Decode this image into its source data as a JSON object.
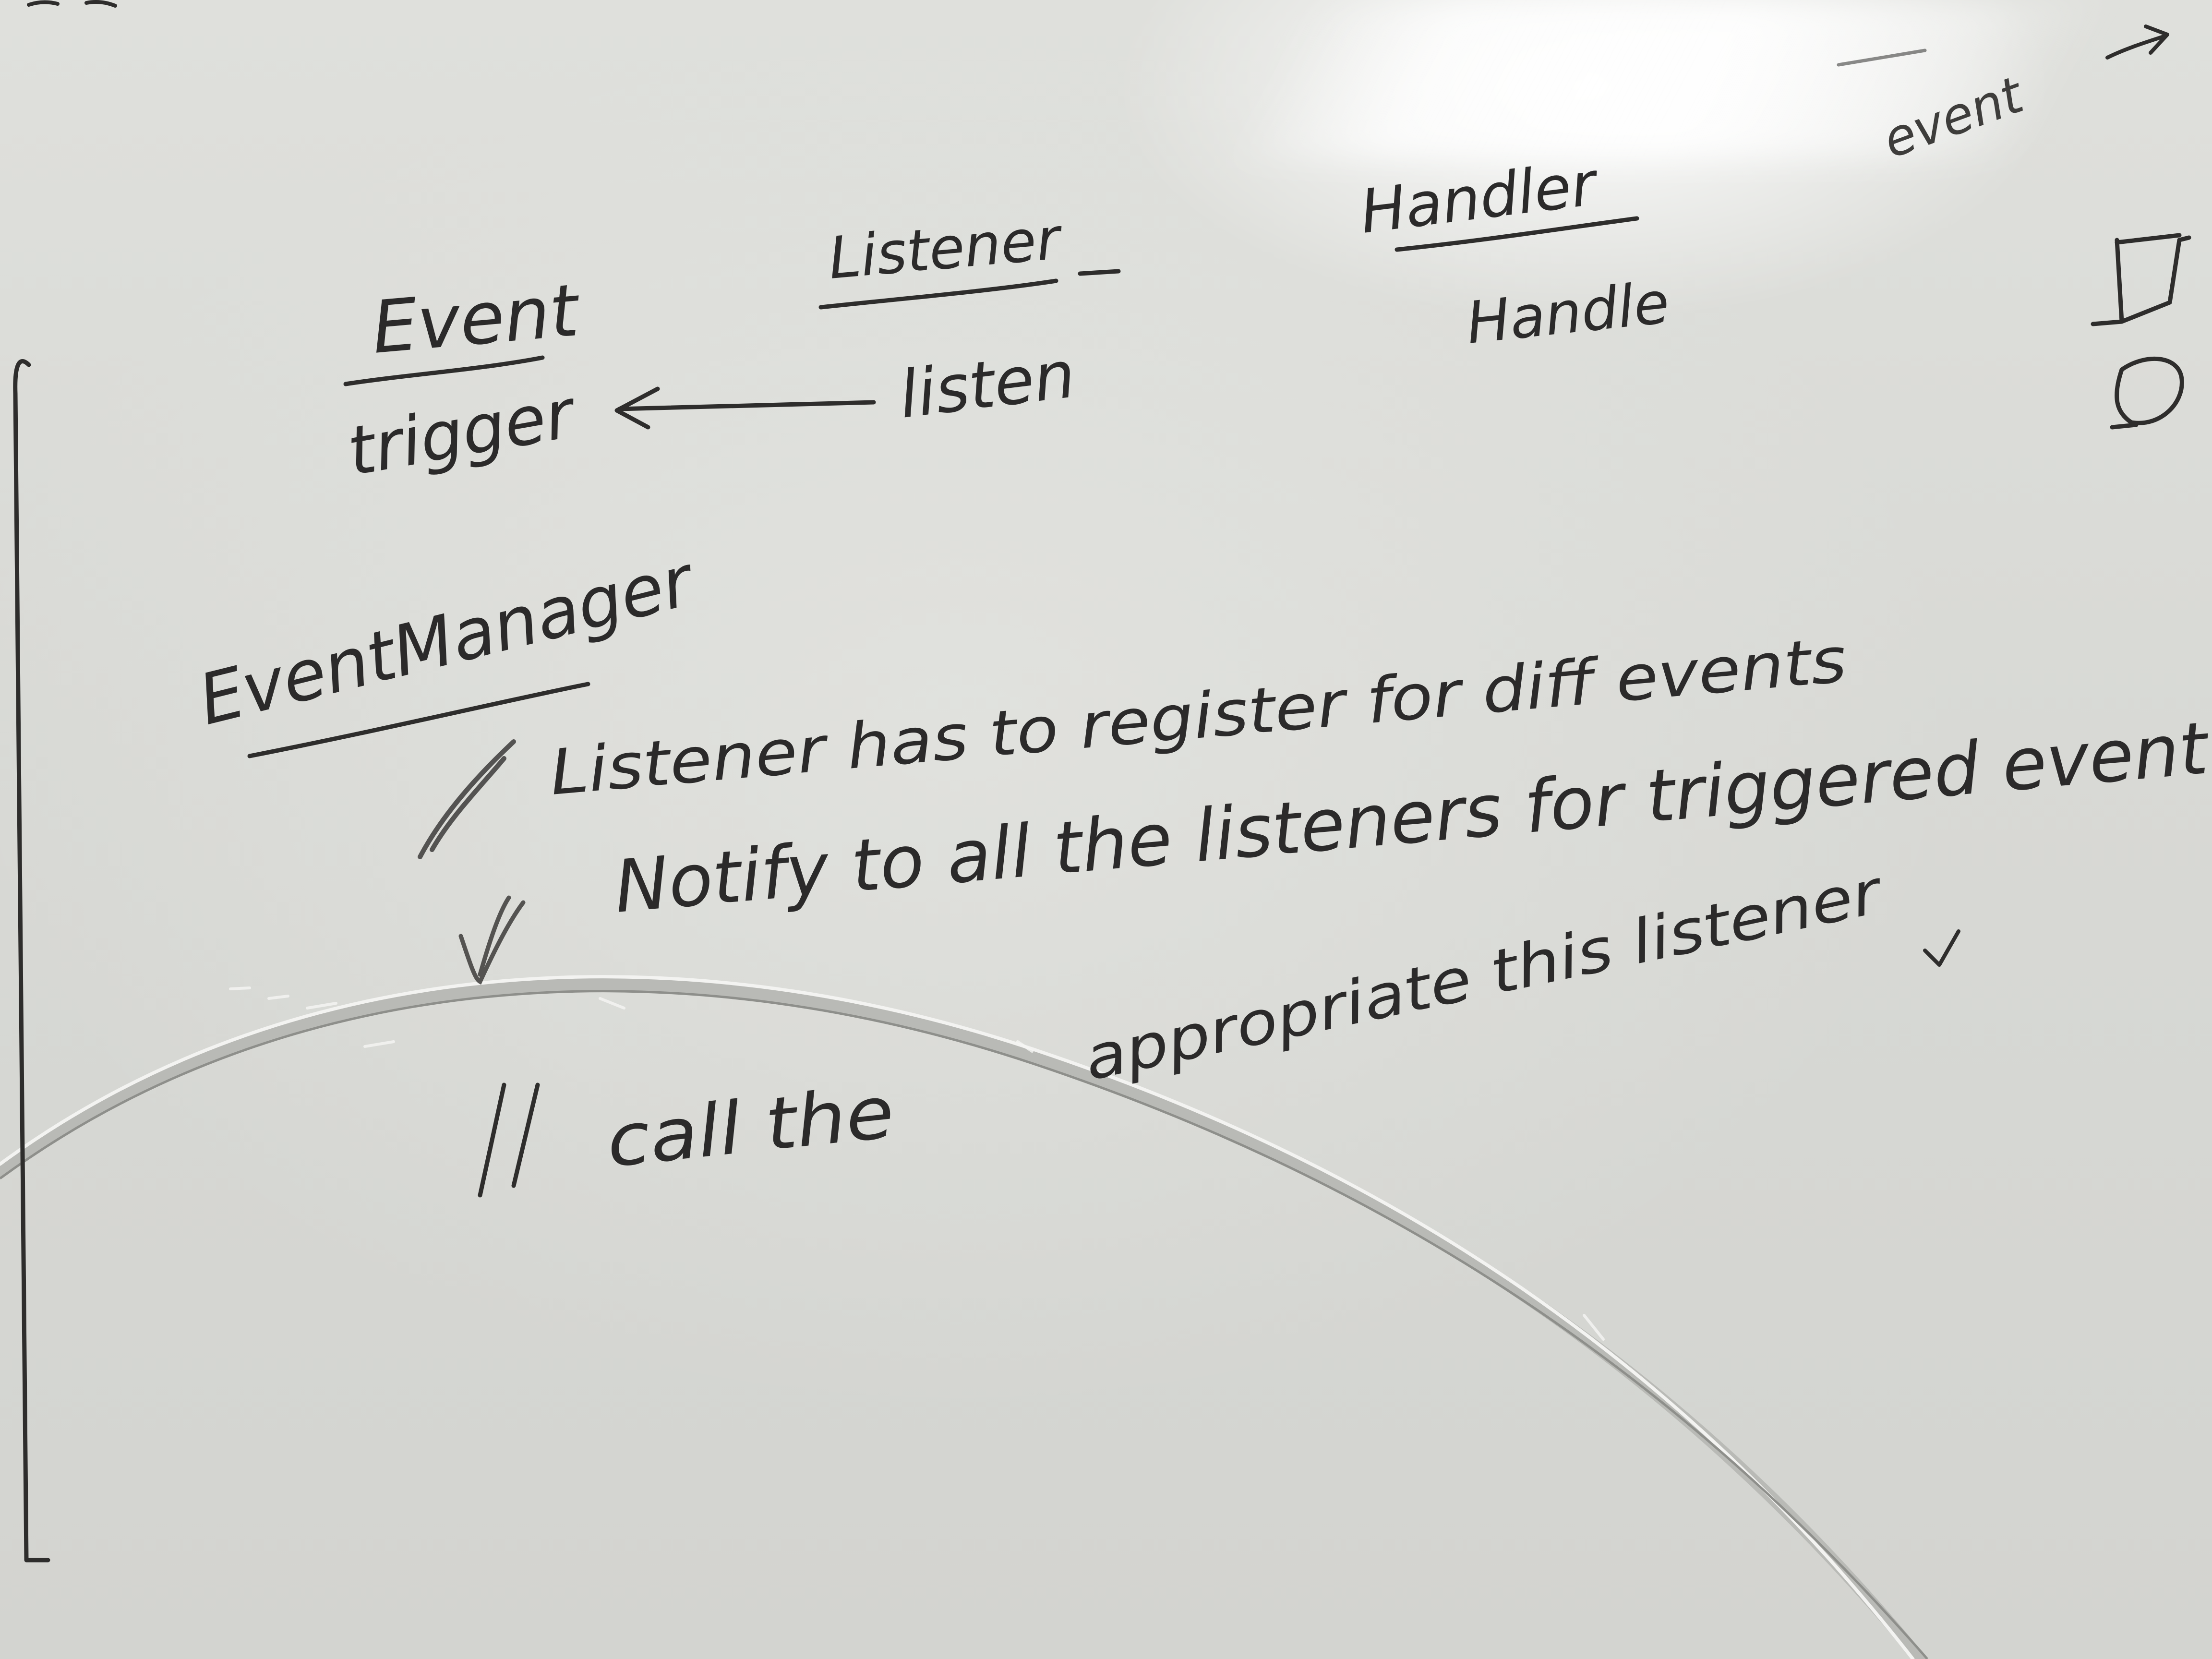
{
  "whiteboard": {
    "top_right": {
      "event_label": "event",
      "checkbox_1": "",
      "checkbox_2": ""
    },
    "columns": {
      "event": {
        "header": "Event",
        "item": "trigger"
      },
      "listener": {
        "header": "Listener",
        "item": "listen"
      },
      "handler": {
        "header": "Handler",
        "item": "Handle"
      }
    },
    "event_manager": {
      "header": "EventManager",
      "lines": [
        {
          "mark": "/",
          "text": "Listener has to register for diff events"
        },
        {
          "mark": "/",
          "text": "Notify to all the listeners for triggered event"
        },
        {
          "mark": "",
          "text": "appropriate this listener"
        },
        {
          "mark": "//",
          "text": "call the"
        }
      ]
    },
    "colors": {
      "board": "#d9dad6",
      "ink": "#2b2a2a",
      "scratch": "#b9bab6"
    }
  }
}
